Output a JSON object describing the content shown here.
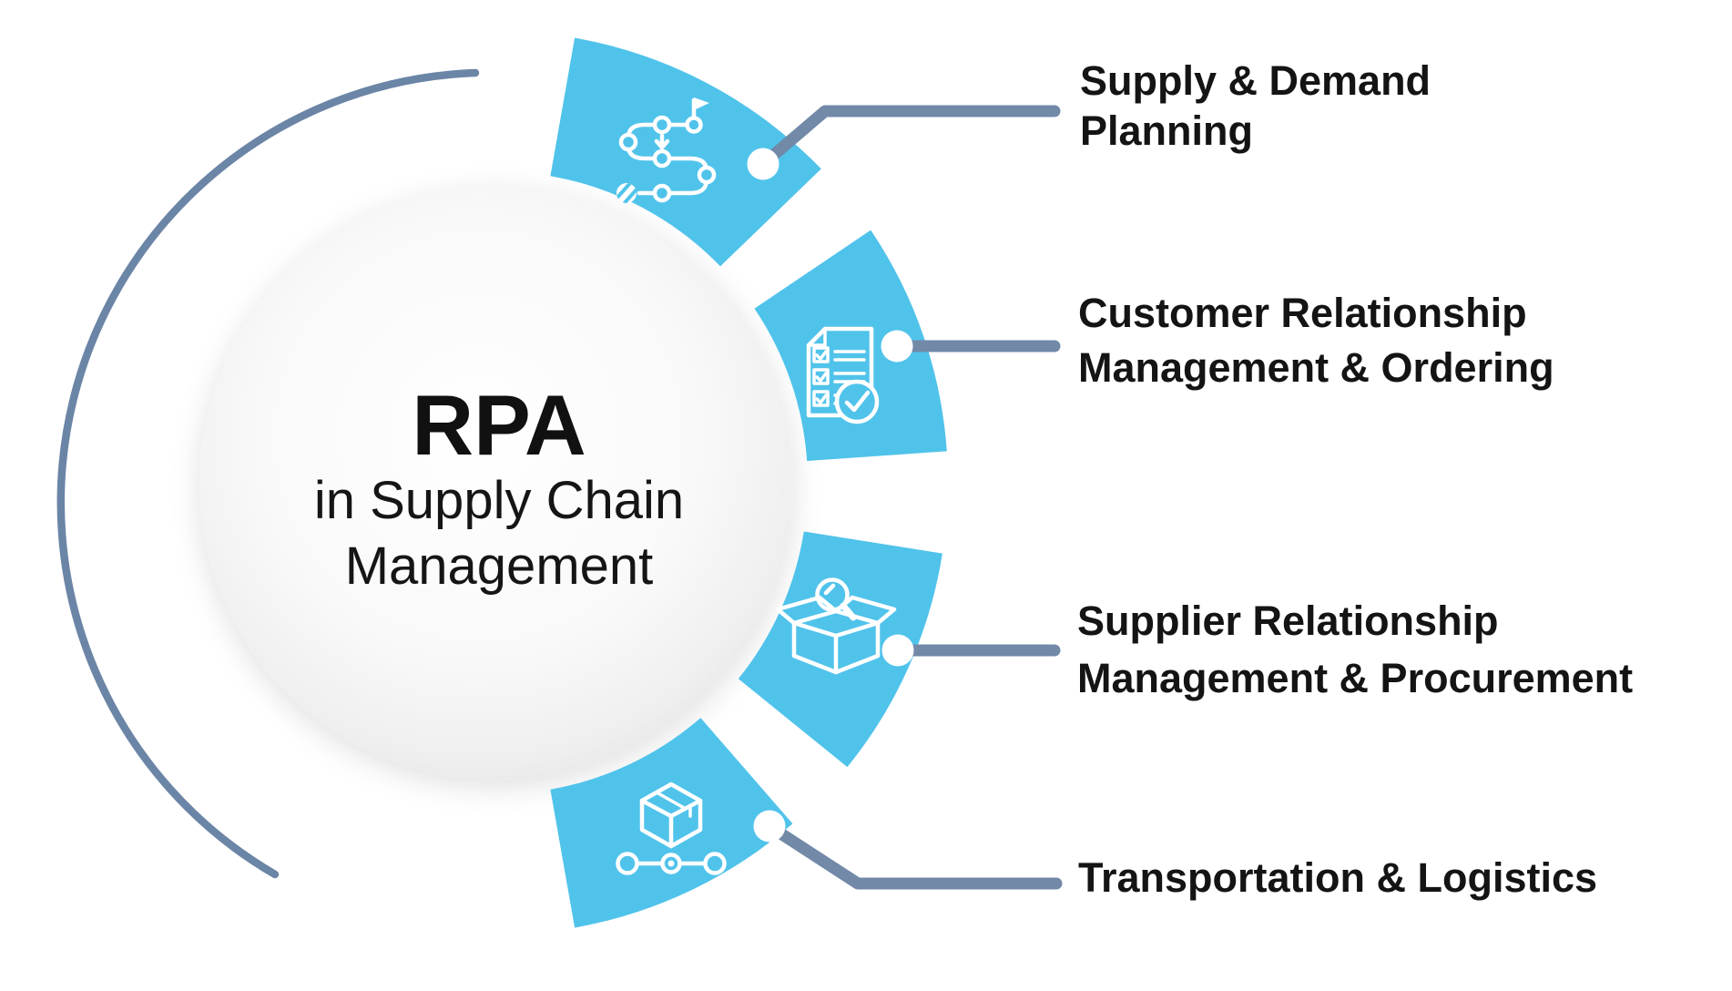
{
  "center": {
    "title": "RPA",
    "subtitle_line1": "in Supply Chain",
    "subtitle_line2": "Management"
  },
  "callouts": [
    {
      "id": "supply-demand-planning",
      "lines": [
        "Supply & Demand",
        "Planning"
      ],
      "icon": "route-milestones-icon"
    },
    {
      "id": "customer-relationship-management-ordering",
      "lines": [
        "Customer Relationship",
        "Management & Ordering"
      ],
      "icon": "checklist-icon"
    },
    {
      "id": "supplier-relationship-management-procurement",
      "lines": [
        "Supplier Relationship",
        "Management & Procurement"
      ],
      "icon": "box-inspection-icon"
    },
    {
      "id": "transportation-logistics",
      "lines": [
        "Transportation & Logistics"
      ],
      "icon": "package-tracking-icon"
    }
  ],
  "colors": {
    "wedge_blue": "#50C3EB",
    "connector_slate": "#7289A8",
    "arc_slate": "#6B85A6",
    "text": "#141414",
    "circle_fill": "#f5f5f5"
  }
}
